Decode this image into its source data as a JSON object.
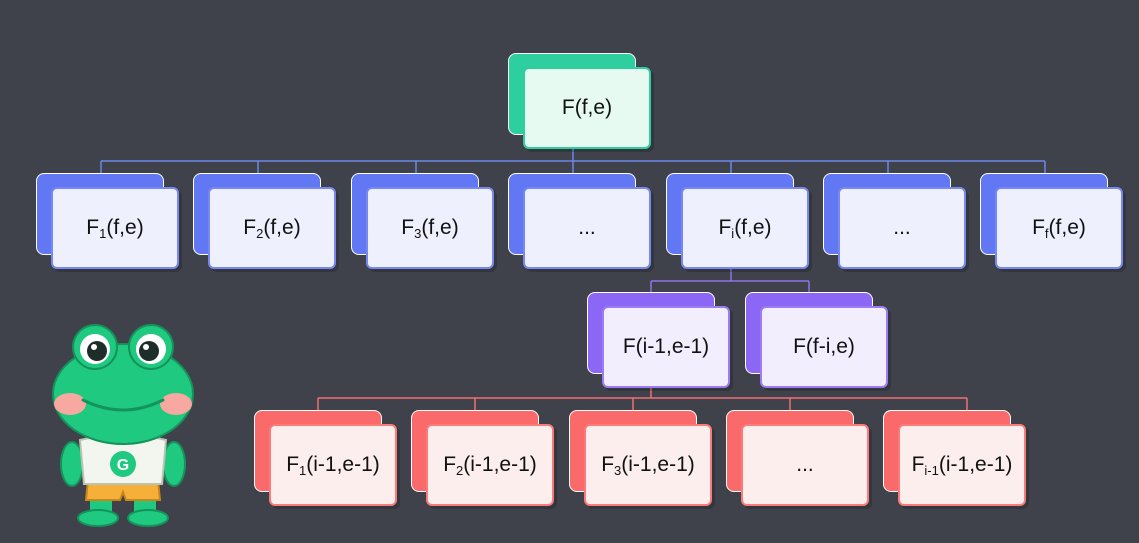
{
  "root": {
    "main": "F(f,e)",
    "sub": "",
    "args": ""
  },
  "level1": [
    {
      "main": "F",
      "sub": "1",
      "args": "(f,e)"
    },
    {
      "main": "F",
      "sub": "2",
      "args": "(f,e)"
    },
    {
      "main": "F",
      "sub": "3",
      "args": "(f,e)"
    },
    {
      "main": "...",
      "sub": "",
      "args": ""
    },
    {
      "main": "F",
      "sub": "i",
      "args": "(f,e)"
    },
    {
      "main": "...",
      "sub": "",
      "args": ""
    },
    {
      "main": "F",
      "sub": "f",
      "args": "(f,e)"
    }
  ],
  "level2": [
    {
      "main": "F(i-1,e-1)",
      "sub": "",
      "args": ""
    },
    {
      "main": "F(f-i,e)",
      "sub": "",
      "args": ""
    }
  ],
  "level3": [
    {
      "main": "F",
      "sub": "1",
      "args": "(i-1,e-1)"
    },
    {
      "main": "F",
      "sub": "2",
      "args": "(i-1,e-1)"
    },
    {
      "main": "F",
      "sub": "3",
      "args": "(i-1,e-1)"
    },
    {
      "main": "...",
      "sub": "",
      "args": ""
    },
    {
      "main": "F",
      "sub": "i-1",
      "args": "(i-1,e-1)"
    }
  ],
  "mascot": {
    "badge_letter": "G"
  },
  "colors": {
    "background": "#3f424a",
    "root": "#2ecf9e",
    "level1": "#6277f3",
    "level2": "#8c67f5",
    "level3": "#fb6a6a"
  }
}
